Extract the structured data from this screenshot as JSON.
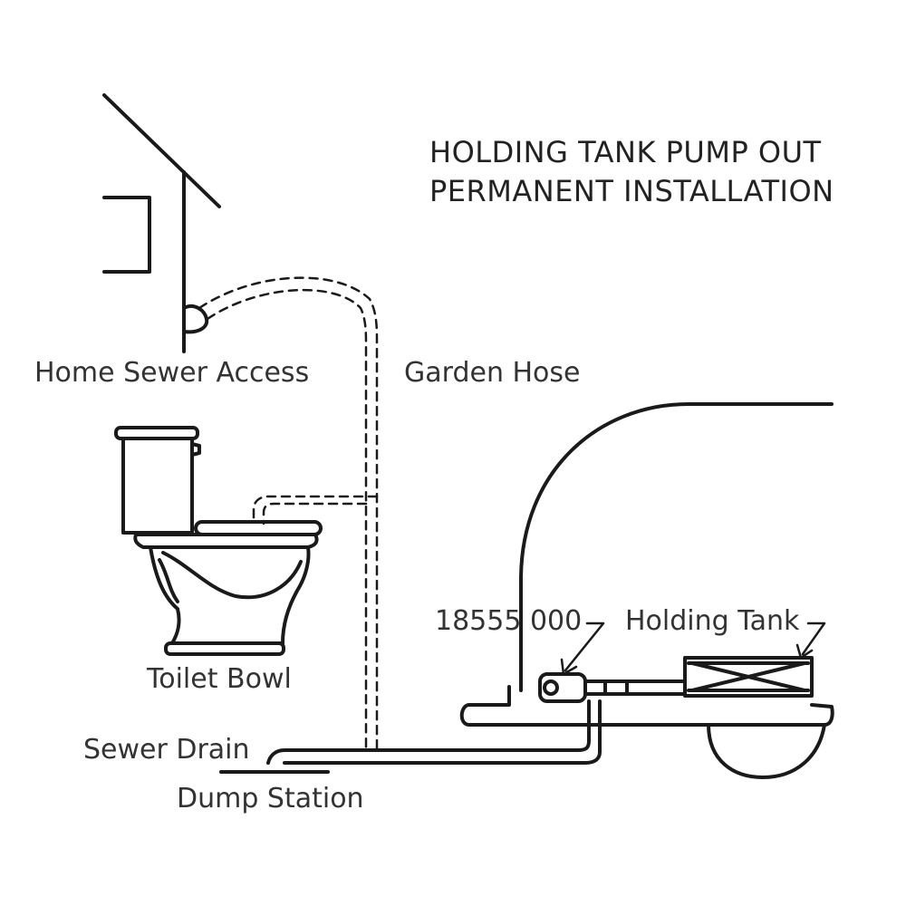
{
  "title": {
    "line1": "HOLDING TANK PUMP OUT",
    "line2": "PERMANENT INSTALLATION"
  },
  "labels": {
    "home_sewer_access": "Home Sewer Access",
    "garden_hose": "Garden Hose",
    "toilet_bowl": "Toilet Bowl",
    "part_number": "18555 000",
    "holding_tank": "Holding Tank",
    "sewer_drain": "Sewer Drain",
    "dump_station": "Dump Station"
  },
  "colors": {
    "ink": "#1a1a1a",
    "text": "#333333",
    "background": "#ffffff"
  }
}
